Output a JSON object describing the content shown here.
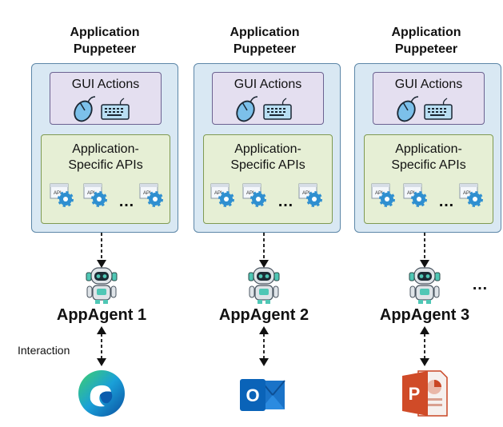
{
  "columns": [
    {
      "title_line1": "Application",
      "title_line2": "Puppeteer",
      "gui_label": "GUI Actions",
      "api_line1": "Application-",
      "api_line2": "Specific APIs",
      "api_tag": "API",
      "ellipsis": "…",
      "agent_label": "AppAgent 1",
      "app_icon": "edge-browser-icon"
    },
    {
      "title_line1": "Application",
      "title_line2": "Puppeteer",
      "gui_label": "GUI Actions",
      "api_line1": "Application-",
      "api_line2": "Specific APIs",
      "api_tag": "API",
      "ellipsis": "…",
      "agent_label": "AppAgent 2",
      "app_icon": "outlook-icon",
      "app_letter": "O"
    },
    {
      "title_line1": "Application",
      "title_line2": "Puppeteer",
      "gui_label": "GUI Actions",
      "api_line1": "Application-",
      "api_line2": "Specific APIs",
      "api_tag": "API",
      "ellipsis": "…",
      "agent_label": "AppAgent 3",
      "app_icon": "powerpoint-icon",
      "app_letter": "P"
    }
  ],
  "more_agents": "…",
  "interaction_label": "Interaction",
  "colors": {
    "panel_fill": "#d9e8f3",
    "gui_fill": "#e4dff0",
    "api_fill": "#e6efd5",
    "gear": "#2f8fd0",
    "robot_teal": "#4fc7b5",
    "outlook_blue": "#1a73c8",
    "powerpoint_red": "#d04b28"
  }
}
